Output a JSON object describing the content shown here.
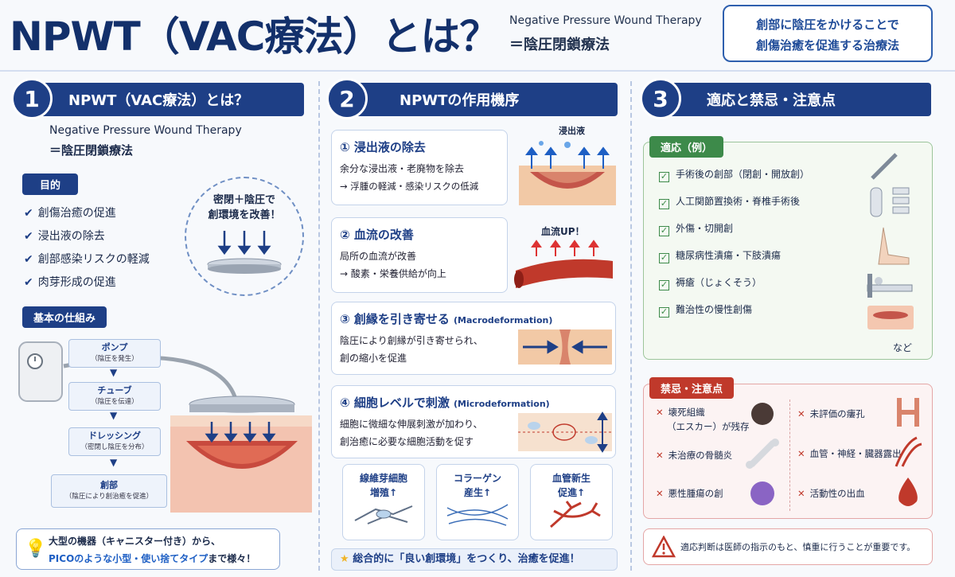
{
  "header": {
    "title": "NPWT（VAC療法）とは？",
    "subtitle_en": "Negative Pressure Wound Therapy",
    "subtitle_jp": "＝陰圧閉鎖療法",
    "summary_line1": "創部に陰圧をかけることで",
    "summary_line2": "創傷治癒を促進する治療法"
  },
  "sec1": {
    "num": "1",
    "title": "NPWT（VAC療法）とは？",
    "en": "Negative Pressure Wound Therapy",
    "jp": "＝陰圧閉鎖療法",
    "purpose_label": "目的",
    "purposes": [
      "創傷治癒の促進",
      "浸出液の除去",
      "創部感染リスクの軽減",
      "肉芽形成の促進"
    ],
    "circle_line1": "密閉＋陰圧で",
    "circle_line2": "創環境を改善！",
    "mech_label": "基本の仕組み",
    "steps": [
      {
        "name": "ポンプ",
        "desc": "（陰圧を発生）"
      },
      {
        "name": "チューブ",
        "desc": "（陰圧を伝達）"
      },
      {
        "name": "ドレッシング",
        "desc": "（密閉し陰圧を分布）"
      },
      {
        "name": "創部",
        "desc": "（陰圧により創治癒を促進）"
      }
    ],
    "tip_line1": "大型の機器（キャニスター付き）から、",
    "tip_line2_a": "PICOのような",
    "tip_line2_b": "小型・使い捨てタイプ",
    "tip_line2_c": "まで様々！"
  },
  "sec2": {
    "num": "2",
    "title": "NPWTの作用機序",
    "items": [
      {
        "title": "① 浸出液の除去",
        "l1": "余分な浸出液・老廃物を除去",
        "l2": "→ 浮腫の軽減・感染リスクの低減",
        "img_label": "浸出液"
      },
      {
        "title": "② 血流の改善",
        "l1": "局所の血流が改善",
        "l2": "→ 酸素・栄養供給が向上",
        "img_label": "血流UP！"
      },
      {
        "title": "③ 創縁を引き寄せる",
        "sub": "(Macrodeformation)",
        "l1": "陰圧により創縁が引き寄せられ、",
        "l2": "創の縮小を促進"
      },
      {
        "title": "④ 細胞レベルで刺激",
        "sub": "(Microdeformation)",
        "l1": "細胞に微細な伸展刺激が加わり、",
        "l2": "創治癒に必要な細胞活動を促す"
      }
    ],
    "cards": [
      {
        "l1": "線維芽細胞",
        "l2": "増殖↑"
      },
      {
        "l1": "コラーゲン",
        "l2": "産生↑"
      },
      {
        "l1": "血管新生",
        "l2": "促進↑"
      }
    ],
    "bottom": "総合的に「良い創環境」をつくり、治癒を促進！"
  },
  "sec3": {
    "num": "3",
    "title": "適応と禁忌・注意点",
    "ind_label": "適応（例）",
    "indications": [
      "手術後の創部（閉創・開放創）",
      "人工関節置換術・脊椎手術後",
      "外傷・切開創",
      "糖尿病性潰瘍・下肢潰瘍",
      "褥瘡（じょくそう）",
      "難治性の慢性創傷"
    ],
    "etc": "など",
    "ci_label": "禁忌・注意点",
    "ci_left": [
      "壊死組織",
      "未治療の骨髄炎",
      "悪性腫瘍の創"
    ],
    "ci_left_sub": "（エスカー）が残存",
    "ci_right": [
      "未評価の瘻孔",
      "血管・神経・臓器露出",
      "活動性の出血"
    ],
    "warning": "適応判断は医師の指示のもと、慎重に行うことが重要です。"
  },
  "colors": {
    "navy": "#1e3f86",
    "green": "#3d8a4a",
    "red": "#c0392b"
  }
}
